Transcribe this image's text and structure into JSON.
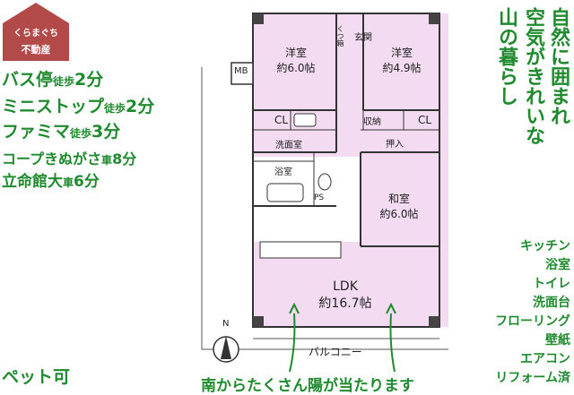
{
  "brand": {
    "line1": "くらまぐち",
    "line2": "不動産",
    "color": "#b24a4a"
  },
  "access": [
    {
      "name": "バス停",
      "mode": "徒歩",
      "time": "2分"
    },
    {
      "name": "ミニストップ",
      "mode": "徒歩",
      "time": "2分"
    },
    {
      "name": "ファミマ",
      "mode": "徒歩",
      "time": "3分"
    },
    {
      "name": "コープきぬがさ",
      "mode": "車",
      "time": "8分"
    },
    {
      "name": "立命館大",
      "mode": "車",
      "time": "6分"
    }
  ],
  "catchphrase": {
    "col1": "自然に囲まれ",
    "col2": "空気がきれいな",
    "col3": "山の暮らし"
  },
  "features": [
    "キッチン",
    "浴室",
    "トイレ",
    "洗面台",
    "フローリング",
    "壁紙",
    "エアコン",
    "リフォーム済"
  ],
  "pet": "ペット可",
  "sunlight": "南からたくさん陽が当たります",
  "floorplan": {
    "rooms": {
      "western1": {
        "name": "洋室",
        "size": "約6.0帖"
      },
      "western2": {
        "name": "洋室",
        "size": "約4.9帖"
      },
      "japanese": {
        "name": "和室",
        "size": "約6.0帖"
      },
      "ldk": {
        "name": "LDK",
        "size": "約16.7帖"
      }
    },
    "labels": {
      "entrance": "玄関",
      "shoe": "くつ箱",
      "mb": "MB",
      "cl1": "CL",
      "cl2": "CL",
      "storage": "収納",
      "oshiire": "押入",
      "washroom": "洗面室",
      "bath": "浴室",
      "ps": "PS",
      "balcony": "バルコニー",
      "north": "N"
    },
    "room_color": "#f3dcf1"
  },
  "text_color": "#1f8a2e"
}
